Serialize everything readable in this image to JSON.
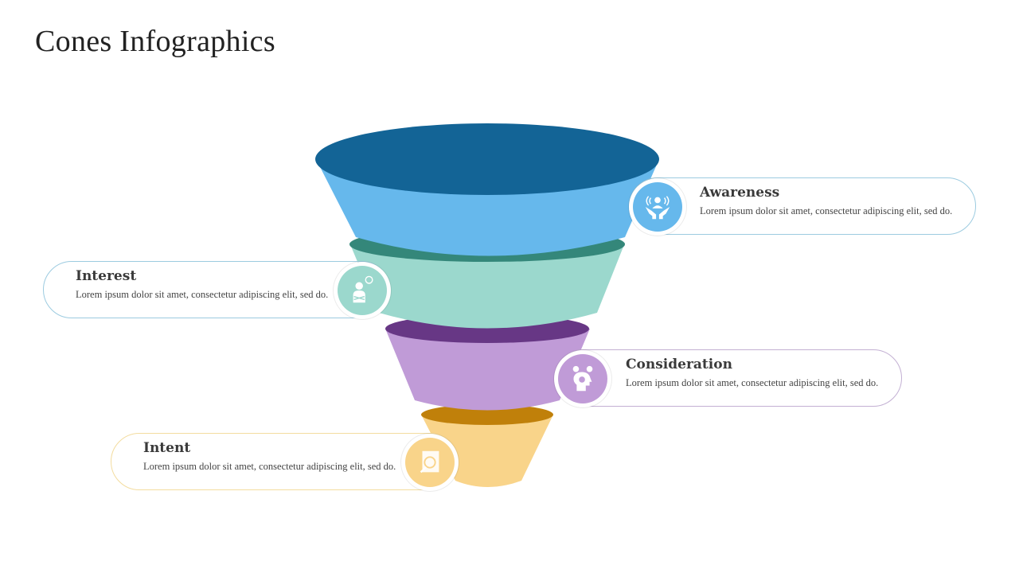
{
  "title": "Cones Infographics",
  "colors": {
    "awareness_top": "#136496",
    "awareness_body": "#66b8ec",
    "interest_top": "#34877a",
    "interest_body": "#9bd8cd",
    "consideration_top": "#673785",
    "consideration_body": "#c09bd7",
    "intent_top": "#c0800a",
    "intent_body": "#f9d48a"
  },
  "stages": [
    {
      "title": "Awareness",
      "text": "Lorem ipsum dolor sit amet, consectetur adipiscing elit, sed do.",
      "icon": "hands-person-icon"
    },
    {
      "title": "Interest",
      "text": "Lorem ipsum dolor sit amet, consectetur adipiscing elit, sed do.",
      "icon": "person-thinking-icon"
    },
    {
      "title": "Consideration",
      "text": "Lorem ipsum dolor sit amet, consectetur adipiscing elit, sed do.",
      "icon": "head-lightbulb-icon"
    },
    {
      "title": "Intent",
      "text": "Lorem ipsum dolor sit amet, consectetur adipiscing elit, sed do.",
      "icon": "document-search-icon"
    }
  ]
}
